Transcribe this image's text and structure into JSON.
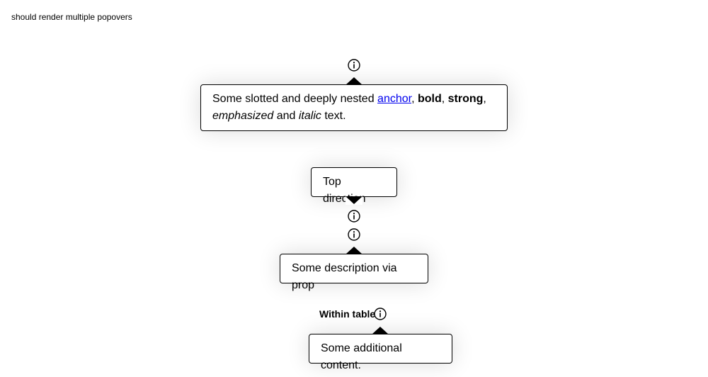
{
  "page": {
    "title": "should render multiple popovers"
  },
  "popover_1": {
    "text_before": "Some slotted and deeply nested ",
    "anchor": "anchor",
    "sep1": ", ",
    "bold": "bold",
    "sep2": ", ",
    "strong": "strong",
    "sep3": ",",
    "emphasized": "emphasized",
    "and_text": " and ",
    "italic": "italic",
    "text_after": " text."
  },
  "popover_2": {
    "text": "Top direction"
  },
  "popover_3": {
    "text": "Some description via prop"
  },
  "table": {
    "label": "Within table",
    "popover_text": "Some additional content."
  },
  "icons": {
    "info": "info-icon"
  }
}
